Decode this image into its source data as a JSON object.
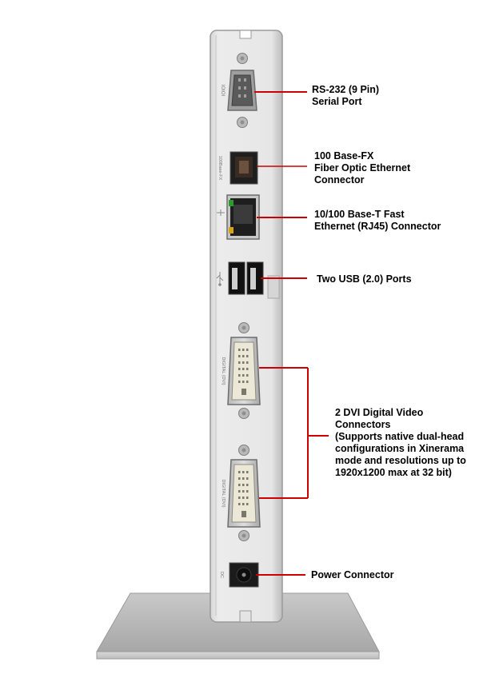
{
  "diagram": {
    "leader_color": "#cc0000",
    "labels": {
      "serial": [
        "RS-232 (9 Pin)",
        "Serial Port"
      ],
      "fiber": [
        "100 Base-FX",
        "Fiber Optic Ethernet",
        "Connector"
      ],
      "ethernet": [
        "10/100 Base-T Fast",
        "Ethernet (RJ45) Connector"
      ],
      "usb": [
        "Two USB (2.0) Ports"
      ],
      "dvi": [
        "2 DVI Digital Video",
        "Connectors",
        "(Supports native dual-head",
        "configurations in Xinerama",
        "mode and resolutions up to",
        "1920x1200 max at 32 bit)"
      ],
      "power": [
        "Power Connector"
      ]
    },
    "device_text": {
      "ioioi": "IOIOI",
      "fx": "100Base-FX",
      "dvi_top": "DIGITAL (DVI)",
      "dvi_bottom": "DIGITAL (DVI)",
      "dc": "DC"
    }
  }
}
